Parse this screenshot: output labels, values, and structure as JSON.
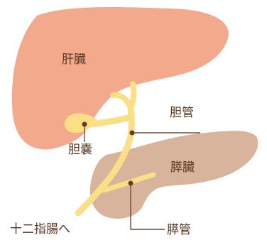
{
  "labels": {
    "liver": "肝臓",
    "bile_duct": "胆管",
    "gallbladder": "胆嚢",
    "pancreas": "膵臓",
    "to_duodenum": "十二指腸へ",
    "pancreatic_duct": "膵管"
  },
  "colors": {
    "liver": "#f2a98c",
    "pancreas": "#d9b49c",
    "duct": "#fbdf86",
    "line": "#6b4a3a",
    "dot": "#6b3a24",
    "text": "#5a3826"
  }
}
